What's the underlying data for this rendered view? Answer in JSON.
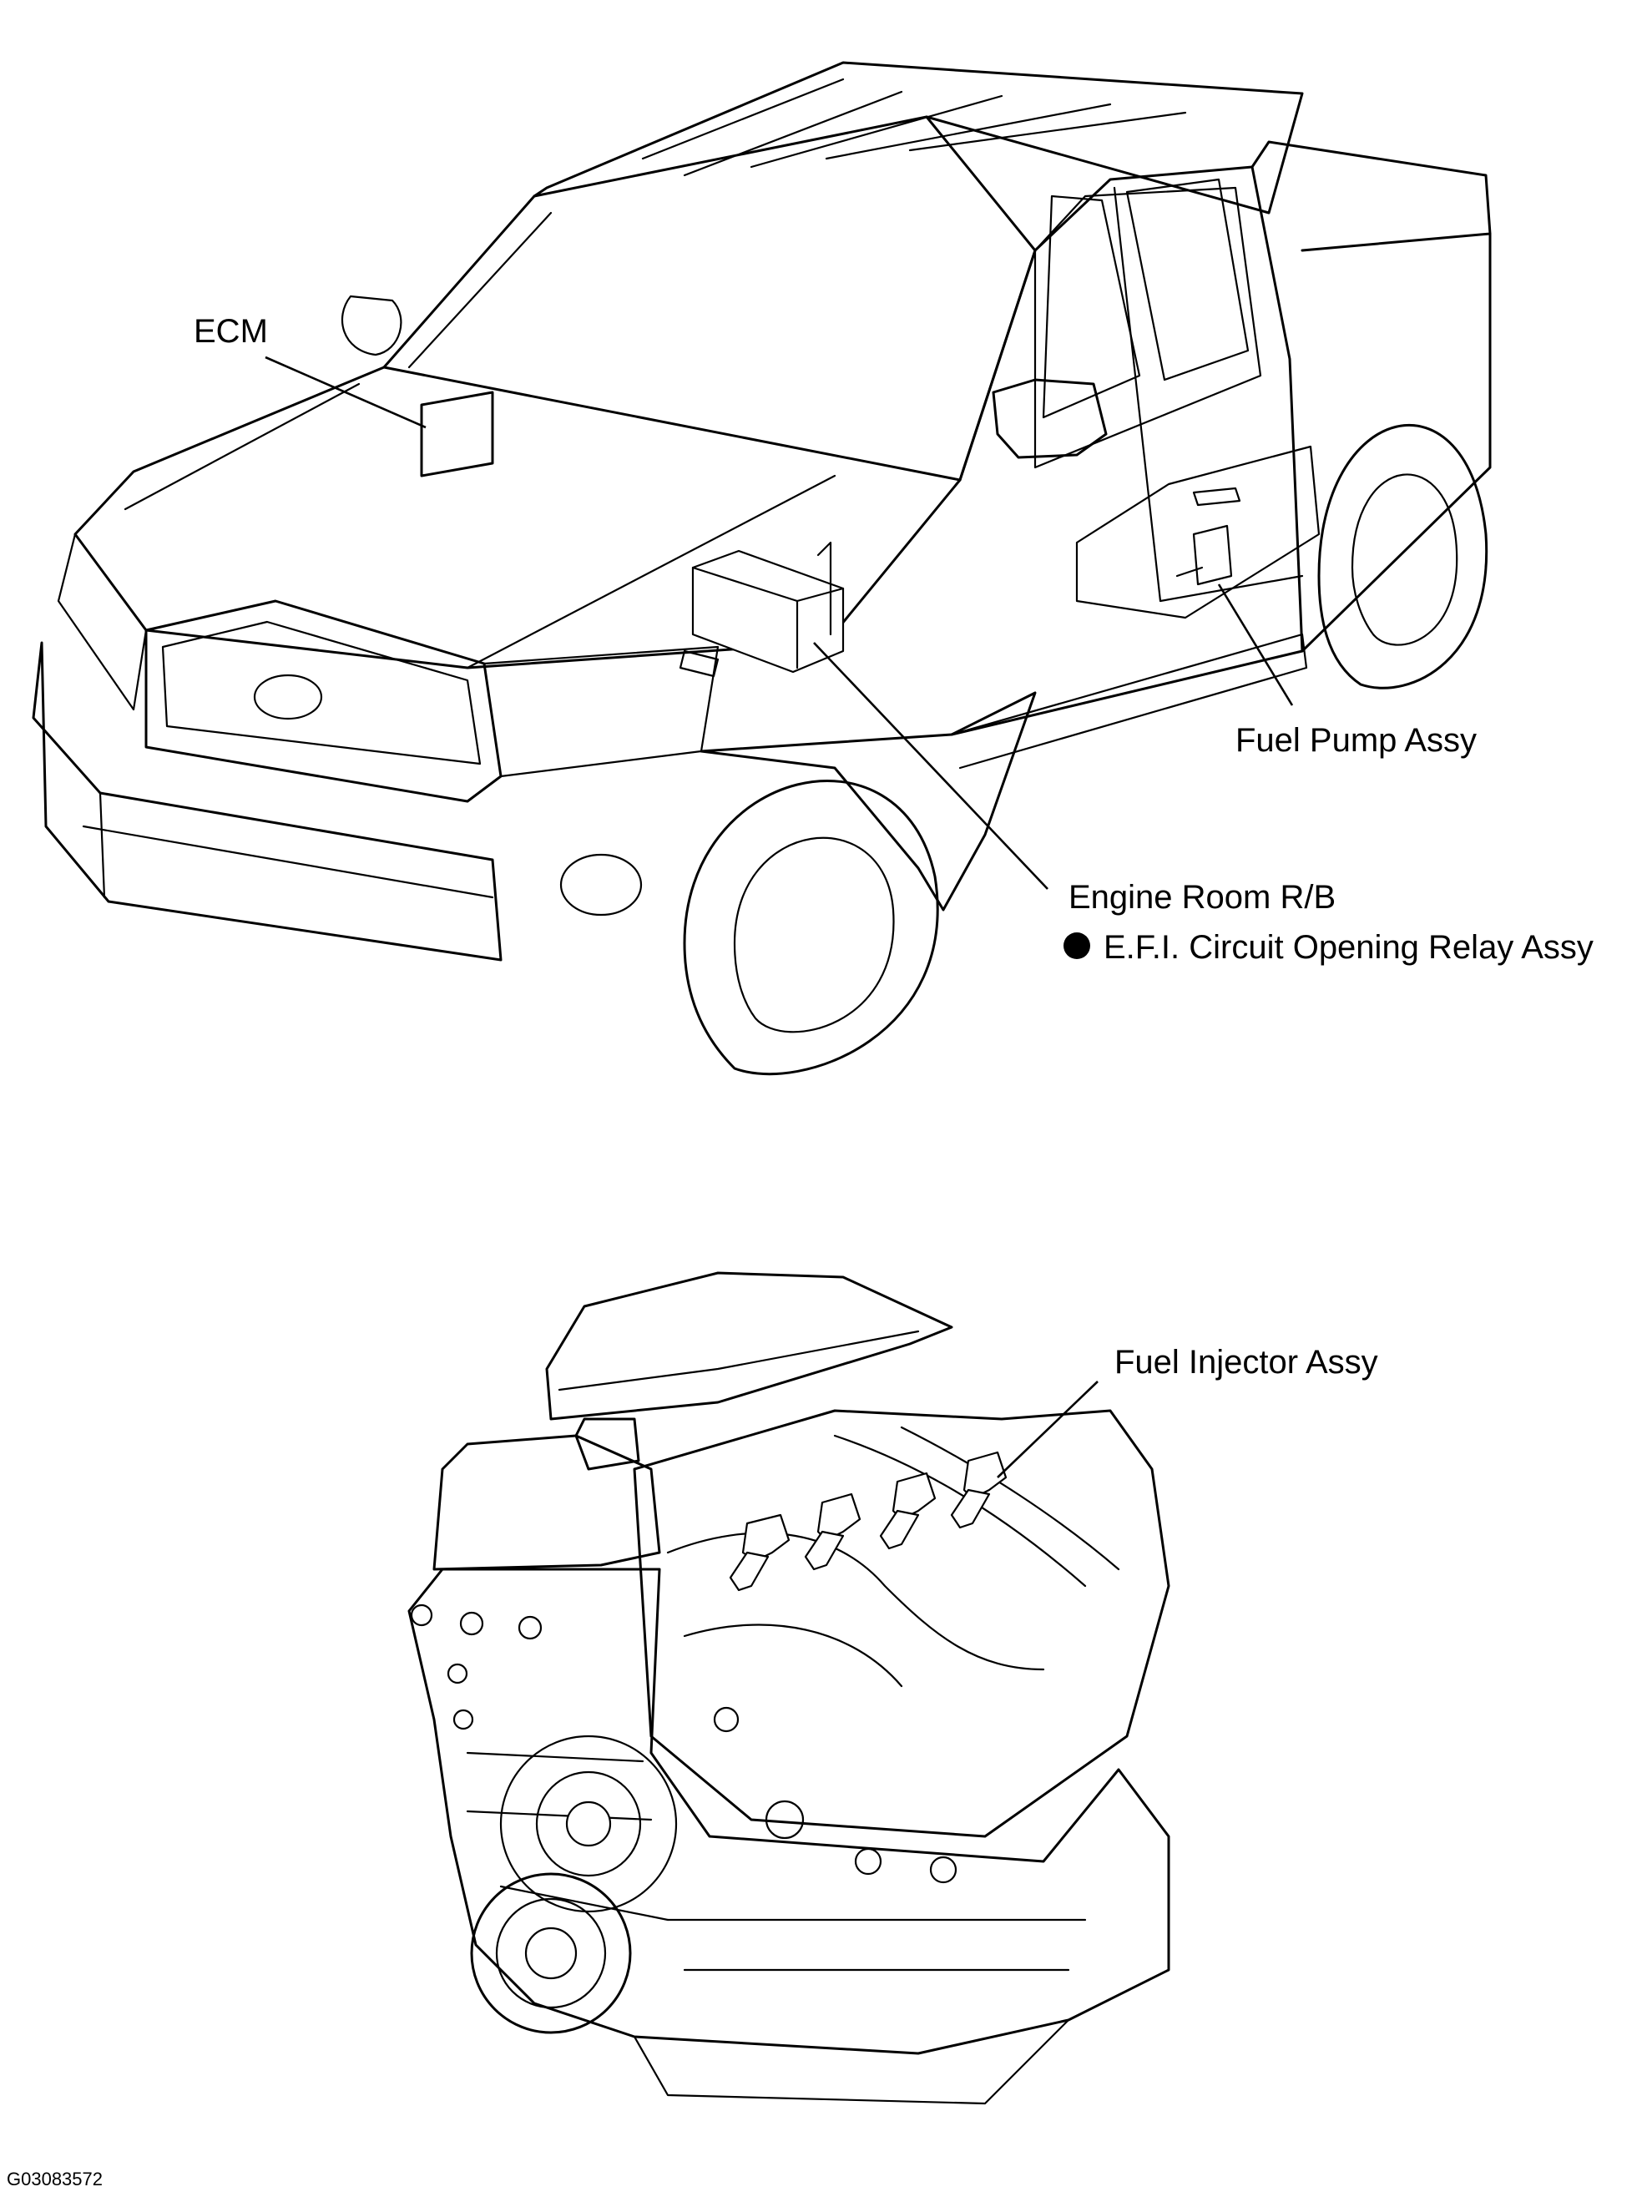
{
  "labels": {
    "ecm": "ECM",
    "fuel_pump": "Fuel Pump Assy",
    "engine_room_rb": "Engine Room R/B",
    "relay": "E.F.I. Circuit Opening Relay Assy",
    "fuel_injector": "Fuel Injector Assy"
  },
  "figure_code": "G03083572",
  "colors": {
    "line": "#000000",
    "background": "#ffffff"
  }
}
